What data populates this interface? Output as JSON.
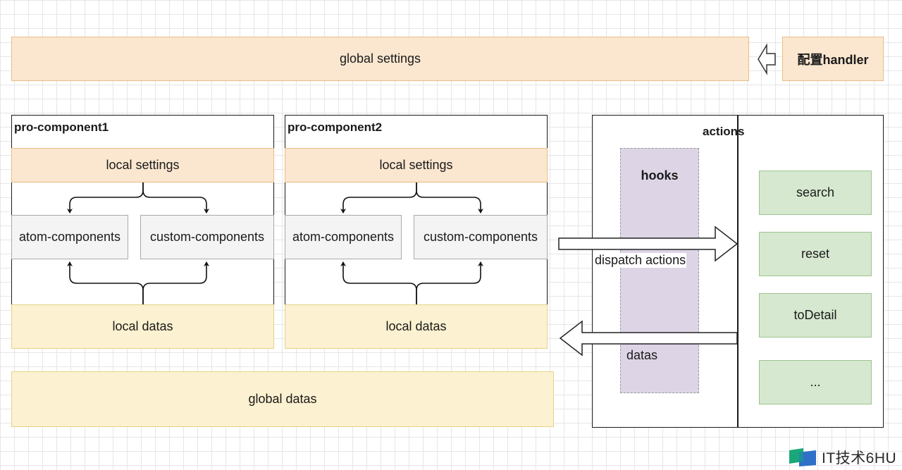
{
  "top": {
    "global_settings": "global settings",
    "config_handler": "配置handler"
  },
  "components": [
    {
      "title": "pro-component1",
      "local_settings": "local settings",
      "atom": "atom-components",
      "custom": "custom-components",
      "local_datas": "local datas"
    },
    {
      "title": "pro-component2",
      "local_settings": "local settings",
      "atom": "atom-components",
      "custom": "custom-components",
      "local_datas": "local datas"
    }
  ],
  "global_datas": "global datas",
  "actions": {
    "title": "actions",
    "hooks": "hooks",
    "items": [
      "search",
      "reset",
      "toDetail",
      "..."
    ]
  },
  "flows": {
    "dispatch": "dispatch actions",
    "datas": "datas"
  },
  "watermark": "IT技术6HU",
  "colors": {
    "settings_fill": "#fbe7d0",
    "datas_fill": "#fcf1d0",
    "action_fill": "#d6e8d0",
    "hooks_fill": "#ddd5e6"
  }
}
